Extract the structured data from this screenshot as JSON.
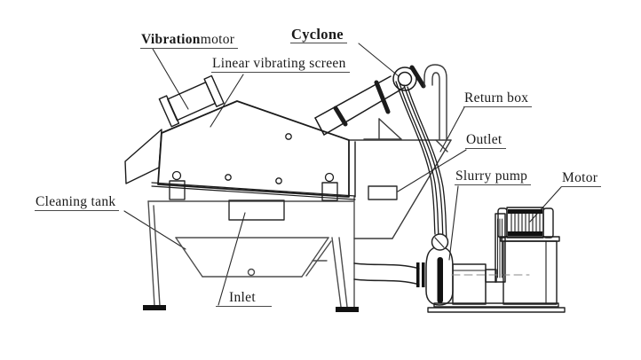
{
  "diagram": {
    "type": "technical-line-diagram",
    "subject": "sand washing / fine sand recycling machine schematic",
    "colors": {
      "background": "#ffffff",
      "line": "#1b1b1b",
      "secondary_line": "#555555",
      "underline": "#4a4a4a",
      "text": "#1a1a1a"
    },
    "labels": [
      {
        "id": "vibration-motor",
        "text_bold": "Vibration",
        "text_rest": "motor"
      },
      {
        "id": "cyclone",
        "text": "Cyclone"
      },
      {
        "id": "linear-vibrating-screen",
        "text": "Linear vibrating screen"
      },
      {
        "id": "return-box",
        "text": "Return box"
      },
      {
        "id": "outlet",
        "text": "Outlet"
      },
      {
        "id": "slurry-pump",
        "text": "Slurry pump"
      },
      {
        "id": "motor",
        "text": "Motor"
      },
      {
        "id": "cleaning-tank",
        "text": "Cleaning tank"
      },
      {
        "id": "inlet",
        "text": "Inlet"
      }
    ]
  }
}
